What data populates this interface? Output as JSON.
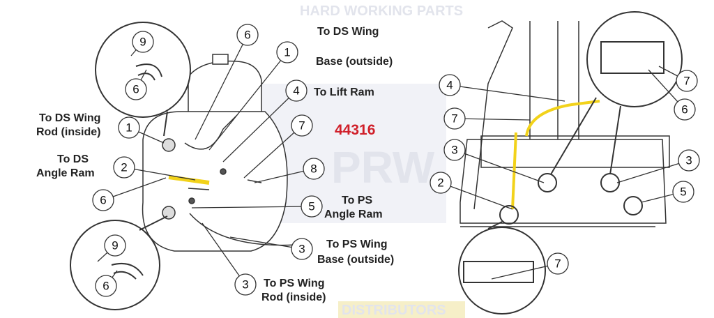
{
  "watermark": {
    "top": "HARD WORKING PARTS",
    "brand": "PRW",
    "bottom": "DISTRIBUTORS"
  },
  "part_number": "44316",
  "labels": {
    "ds_wing_base": [
      "To DS Wing",
      "Base (outside)"
    ],
    "lift_ram": [
      "To Lift Ram"
    ],
    "ds_wing_rod": [
      "To DS Wing",
      "Rod (inside)"
    ],
    "ds_angle_ram": [
      "To DS",
      "Angle Ram"
    ],
    "ps_angle_ram": [
      "To PS",
      "Angle Ram"
    ],
    "ps_wing_base": [
      "To PS Wing",
      "Base (outside)"
    ],
    "ps_wing_rod": [
      "To PS Wing",
      "Rod (inside)"
    ]
  },
  "callouts": [
    "9",
    "6",
    "6",
    "1",
    "4",
    "7",
    "1",
    "2",
    "8",
    "6",
    "5",
    "9",
    "6",
    "3",
    "3",
    "4",
    "7",
    "3",
    "2",
    "7",
    "6",
    "3",
    "5",
    "7"
  ],
  "colors": {
    "hose_highlight": "#f2d21a",
    "part_number": "#d0202a",
    "line": "#333333"
  }
}
